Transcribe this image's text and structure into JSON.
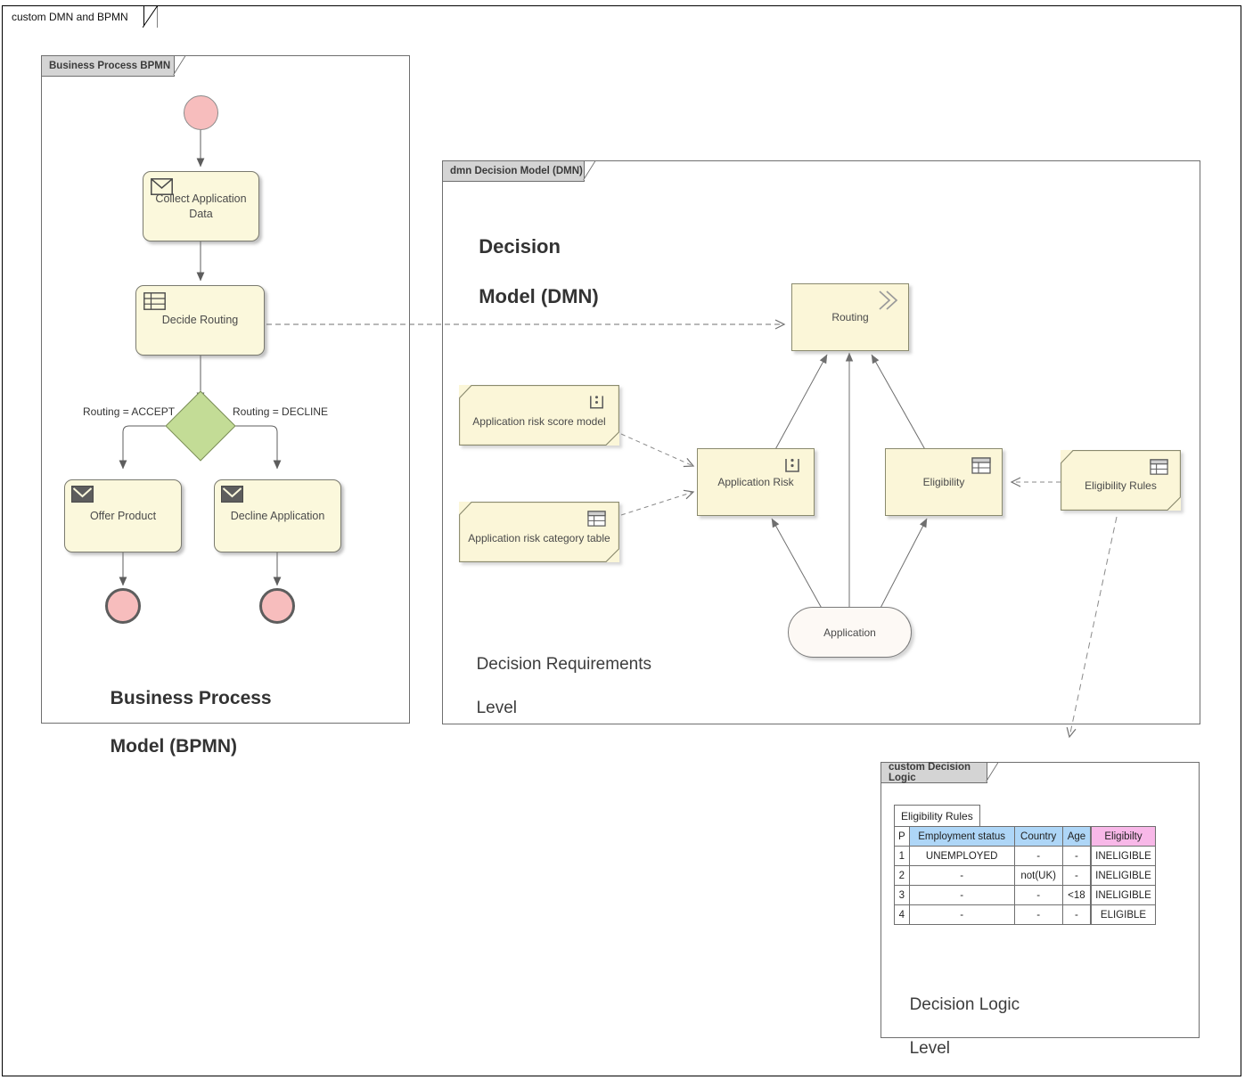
{
  "diagram": {
    "frame_tab_label": "custom DMN and BPMN",
    "accent_colors": {
      "task_fill": "#fbf8dc",
      "event_fill": "#f7bdbd",
      "gateway_fill": "#c3dc96",
      "dmn_fill": "#fbf6d8",
      "input_fill": "#fdf9f5",
      "table_input_header": "#aed6f7",
      "table_output_header": "#f8b8e8",
      "package_tab": "#d4d4d4"
    }
  },
  "bpmn_package": {
    "tab_label": "Business Process BPMN",
    "caption_line1": "Business Process",
    "caption_line2": "Model (BPMN)",
    "nodes": [
      {
        "id": "start",
        "type": "start-event",
        "label": ""
      },
      {
        "id": "collect",
        "type": "task-message",
        "label": "Collect Application Data"
      },
      {
        "id": "decide",
        "type": "task-businessrule",
        "label": "Decide Routing"
      },
      {
        "id": "gateway",
        "type": "exclusive-gateway",
        "label": ""
      },
      {
        "id": "offer",
        "type": "task-message",
        "label": "Offer Product"
      },
      {
        "id": "decline",
        "type": "task-message",
        "label": "Decline Application"
      },
      {
        "id": "end1",
        "type": "end-event",
        "label": ""
      },
      {
        "id": "end2",
        "type": "end-event",
        "label": ""
      }
    ],
    "flow_labels": {
      "accept": "Routing = ACCEPT",
      "decline": "Routing = DECLINE"
    }
  },
  "dmn_package": {
    "tab_label": "dmn Decision Model (DMN)",
    "title_line1": "Decision",
    "title_line2": "Model (DMN)",
    "caption_line1": "Decision Requirements",
    "caption_line2": "Level",
    "nodes": [
      {
        "id": "routing",
        "type": "decision",
        "label": "Routing",
        "icon": "double-chevron-icon"
      },
      {
        "id": "app-risk",
        "type": "decision",
        "label": "Application Risk",
        "icon": "bkm-function-icon"
      },
      {
        "id": "eligibility",
        "type": "decision",
        "label": "Eligibility",
        "icon": "decision-table-icon"
      },
      {
        "id": "risk-score",
        "type": "knowledge-source",
        "label": "Application risk score model",
        "icon": "bkm-function-icon"
      },
      {
        "id": "risk-cat",
        "type": "knowledge-source",
        "label": "Application risk category table",
        "icon": "decision-table-icon"
      },
      {
        "id": "elig-rules",
        "type": "knowledge-source",
        "label": "Eligibility Rules",
        "icon": "decision-table-icon"
      },
      {
        "id": "application",
        "type": "input-data",
        "label": "Application",
        "icon": ""
      }
    ]
  },
  "logic_package": {
    "tab_label": "custom Decision Logic",
    "caption_line1": "Decision Logic",
    "caption_line2": "Level",
    "table": {
      "name": "Eligibility Rules",
      "headers": [
        "P",
        "Employment status",
        "Country",
        "Age",
        "Eligibilty"
      ],
      "rows": [
        [
          "1",
          "UNEMPLOYED",
          "-",
          "-",
          "INELIGIBLE"
        ],
        [
          "2",
          "-",
          "not(UK)",
          "-",
          "INELIGIBLE"
        ],
        [
          "3",
          "-",
          "-",
          "<18",
          "INELIGIBLE"
        ],
        [
          "4",
          "-",
          "-",
          "-",
          "ELIGIBLE"
        ]
      ]
    }
  }
}
